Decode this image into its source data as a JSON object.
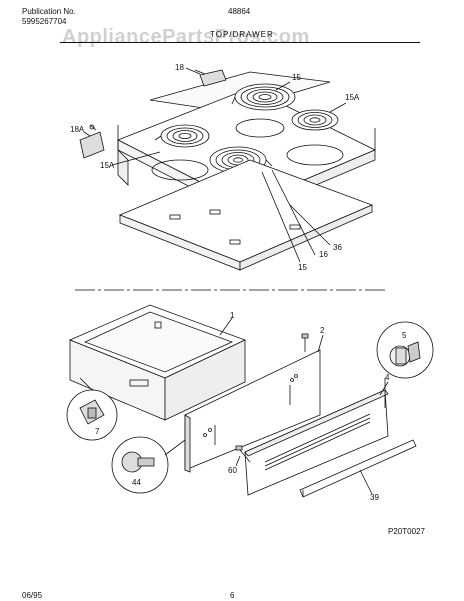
{
  "header": {
    "publication_label": "Publication No.",
    "publication_number": "5995267704",
    "model": "48864",
    "section": "TOP/DRAWER",
    "watermark": "AppliancePartsPros.com"
  },
  "labels": {
    "p18": "18",
    "p15a_top": "15",
    "p15a": "15A",
    "p18a": "18A",
    "p15a_left": "15A",
    "p36": "36",
    "p16": "16",
    "p15_bot": "15",
    "p1": "1",
    "p2": "2",
    "p5": "5",
    "p4": "4",
    "p7": "7",
    "p44": "44",
    "p60": "60",
    "p39": "39"
  },
  "footer": {
    "diagram_code": "P20T0027",
    "date": "06/95",
    "page": "6"
  }
}
